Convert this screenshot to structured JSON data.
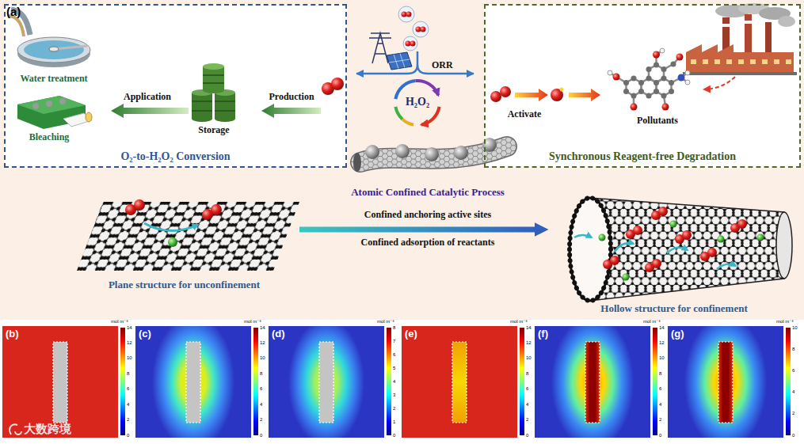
{
  "diagram": {
    "nodes": [
      {
        "text": [
          "O₂-to-H₂O₂ Conversion"
        ]
      },
      {
        "text": [
          "Synchronous Reagent-free Degradation"
        ]
      },
      {
        "text": [
          "Plane structure for unconfinement"
        ]
      },
      {
        "text": [
          "Hollow structure for confinement"
        ]
      },
      {
        "text": [
          "(b)"
        ]
      },
      {
        "text": [
          "(c)"
        ]
      },
      {
        "text": [
          "(d)"
        ]
      },
      {
        "text": [
          "(e)"
        ]
      },
      {
        "text": [
          "(f)"
        ]
      },
      {
        "text": [
          "(g)"
        ]
      }
    ],
    "edges": [
      {
        "from": 2,
        "to": 3,
        "arrow": "to"
      }
    ],
    "labels": [
      "(a)",
      "Water treatment",
      "Bleaching",
      "Application",
      "Storage",
      "Production",
      "ORR",
      "H₂O₂",
      "Activate",
      "Pollutants",
      "Atomic Confined Catalytic Process",
      "Confined anchoring active sites",
      "Confined adsorption of reactants",
      "mol m⁻³",
      "14",
      "12",
      "10",
      "8",
      "6",
      "4",
      "2",
      "0",
      "mol m⁻³",
      "14",
      "12",
      "10",
      "8",
      "6",
      "4",
      "2",
      "0",
      "mol m⁻³",
      "8",
      "7",
      "6",
      "5",
      "4",
      "3",
      "2",
      "1",
      "0",
      "mol m⁻³",
      "14",
      "12",
      "10",
      "8",
      "6",
      "4",
      "2",
      "0",
      "mol m⁻³",
      "14",
      "12",
      "10",
      "8",
      "6",
      "4",
      "2",
      "0",
      "mol m⁻³",
      "10",
      "8",
      "6",
      "4",
      "2",
      "0",
      "大数跨境"
    ]
  }
}
